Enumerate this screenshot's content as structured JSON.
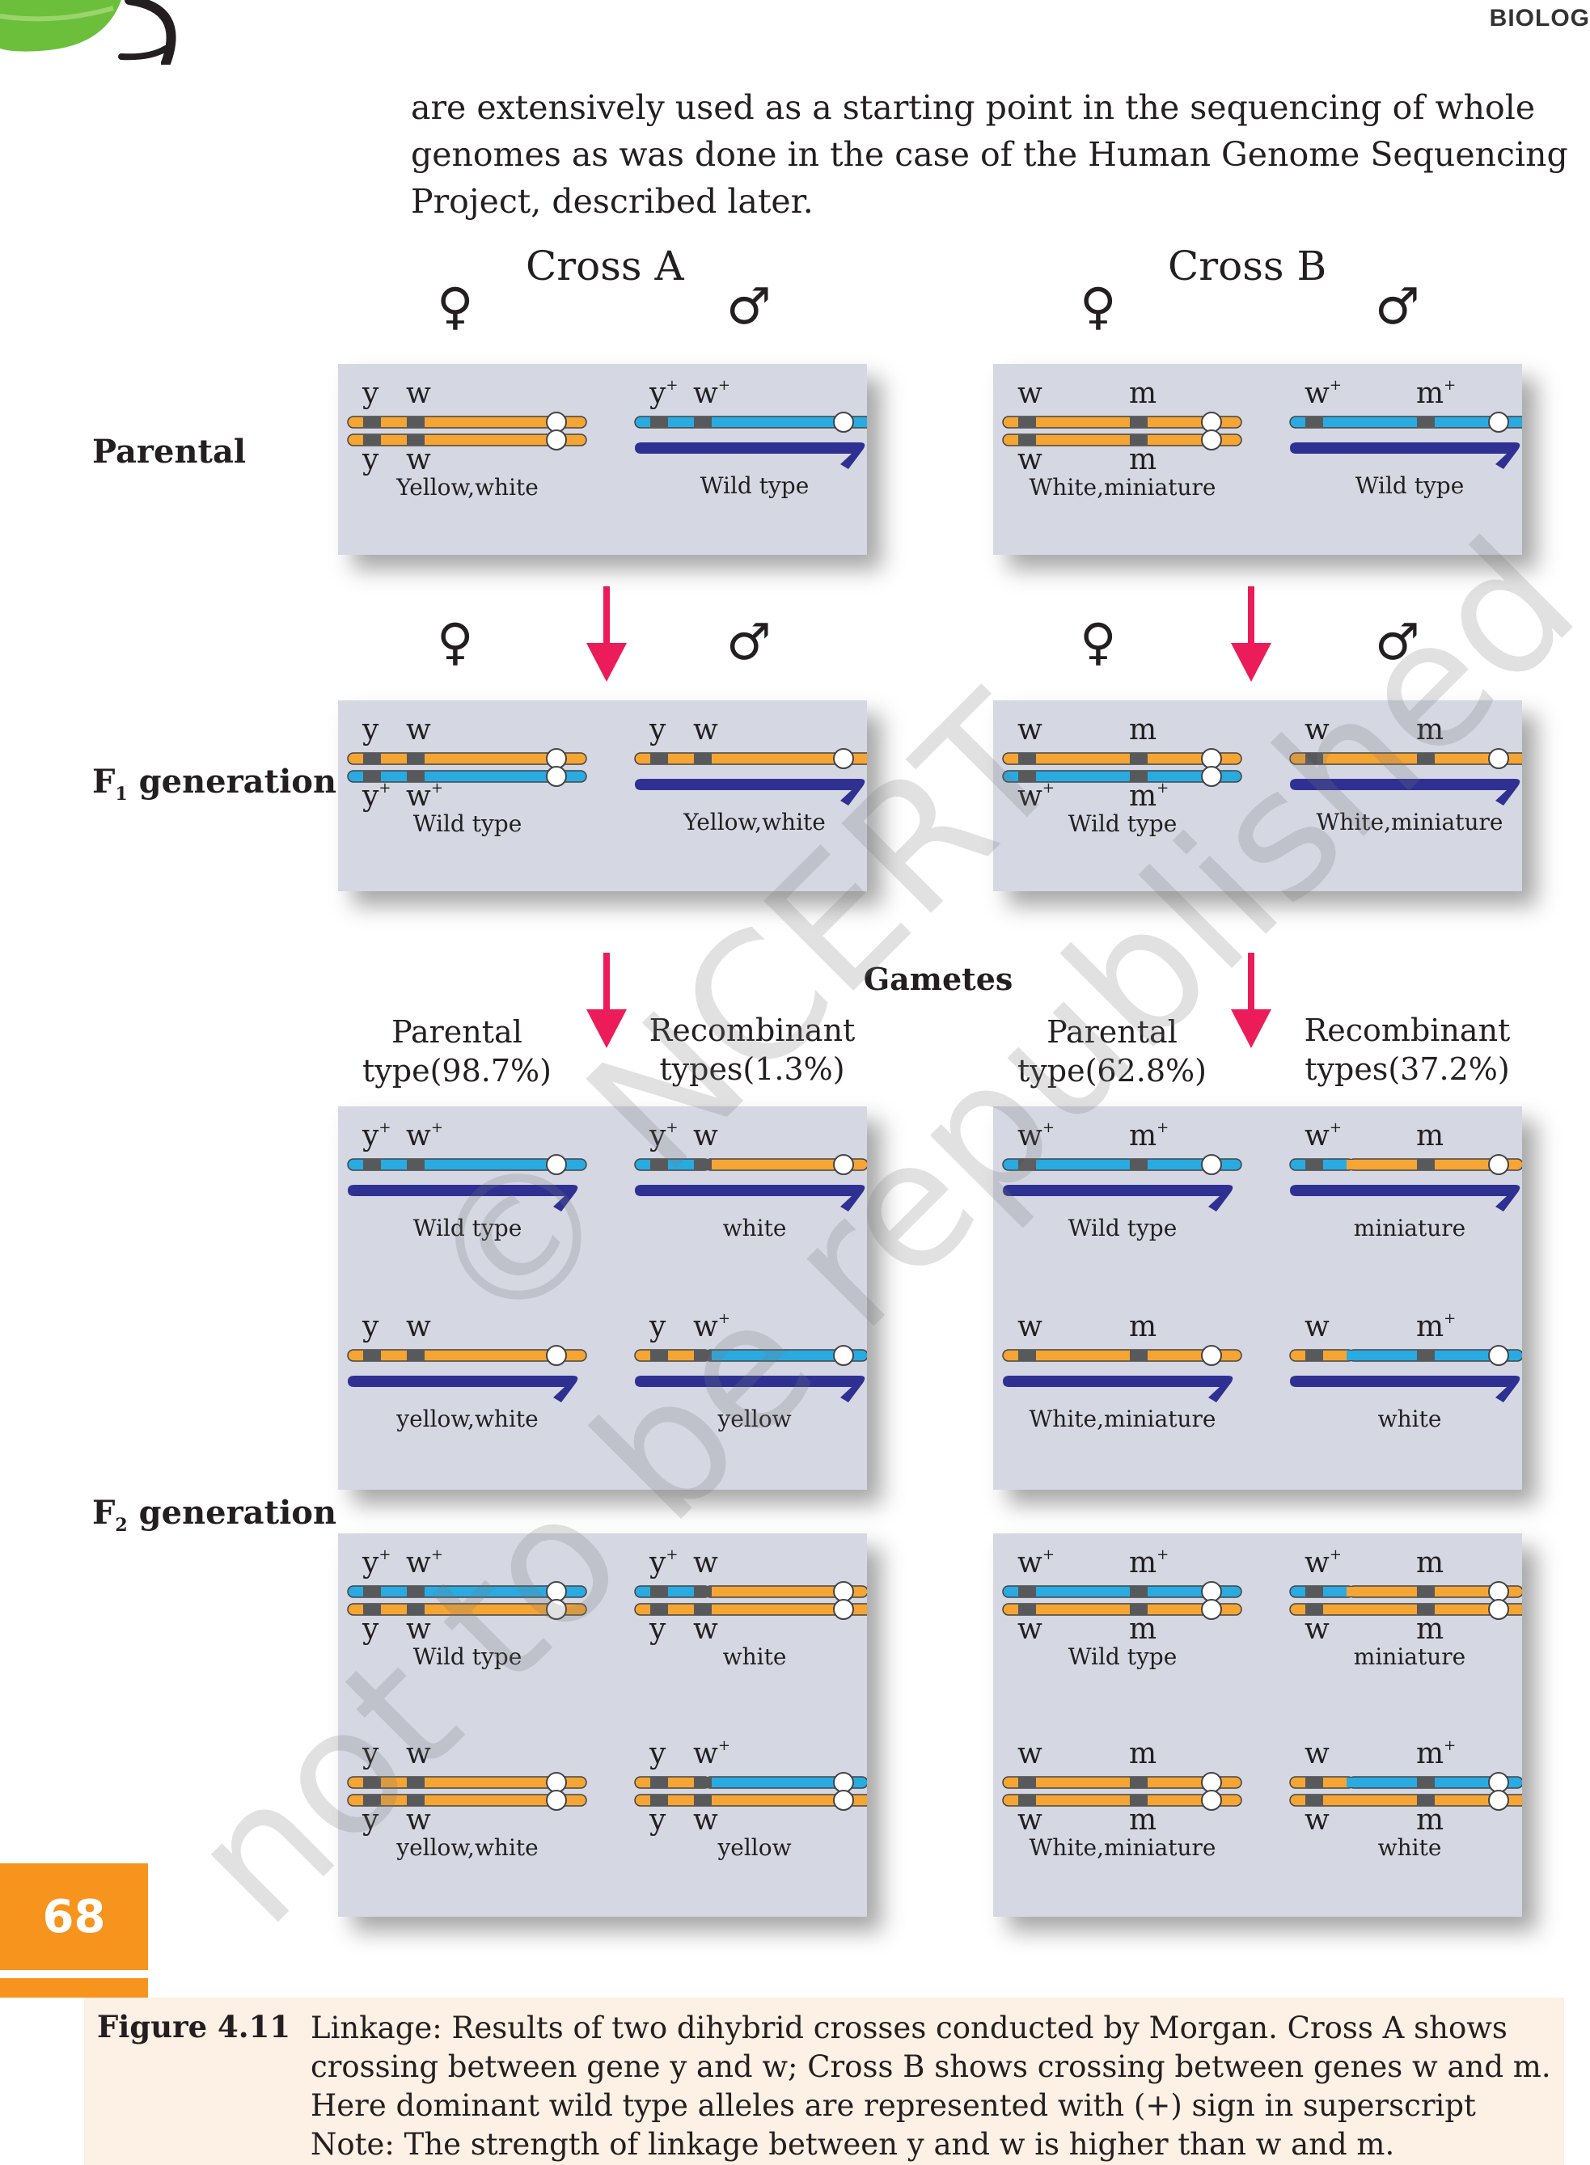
{
  "header": {
    "running_title": "BIOLOG"
  },
  "page_number": "68",
  "intro_lines": [
    "are extensively used as a starting point in the sequencing of whole",
    "genomes as was done in the case of the Human Genome Sequencing",
    "Project, described later."
  ],
  "symbols": {
    "female": "♀",
    "male": "♂"
  },
  "figure": {
    "cross_a_title": "Cross A",
    "cross_b_title": "Cross B",
    "row_labels": {
      "parental": "Parental",
      "f1_prefix": "F",
      "f1_sub": "1",
      "f1_suffix": " generation",
      "f2_prefix": "F",
      "f2_sub": "2",
      "f2_suffix": " generation"
    },
    "gametes_label": "Gametes",
    "cross_a": {
      "parental": {
        "left": "Yellow,white",
        "right": "Wild type"
      },
      "f1": {
        "left": "Wild type",
        "right": "Yellow,white"
      },
      "gamete_headers": {
        "parental": [
          "Parental",
          "type(98.7%)"
        ],
        "recombinant": [
          "Recombinant",
          "types(1.3%)"
        ]
      },
      "gametes": [
        "Wild type",
        "white",
        "yellow,white",
        "yellow"
      ],
      "f2": [
        "Wild type",
        "white",
        "yellow,white",
        "yellow"
      ]
    },
    "cross_b": {
      "parental": {
        "left": "White,miniature",
        "right": "Wild type"
      },
      "f1": {
        "left": "Wild type",
        "right": "White,miniature"
      },
      "gamete_headers": {
        "parental": [
          "Parental",
          "type(62.8%)"
        ],
        "recombinant": [
          "Recombinant",
          "types(37.2%)"
        ]
      },
      "gametes": [
        "Wild type",
        "miniature",
        "White,miniature",
        "white"
      ],
      "f2": [
        "Wild type",
        "miniature",
        "White,miniature",
        "white"
      ]
    },
    "gene_letters": {
      "y": "y",
      "w": "w",
      "m": "m",
      "plus": "+"
    },
    "colors": {
      "mutant": "#f5a534",
      "wild": "#29abe2",
      "male_y": "#2e3192",
      "arrow": "#ec1c5a",
      "panel": "#d5d8e3",
      "locus": "#58595b"
    }
  },
  "caption": {
    "label": "Figure 4.11",
    "lines": [
      "Linkage: Results of two dihybrid crosses conducted by Morgan. Cross A shows",
      "crossing between gene y and w; Cross B shows crossing between genes w and m.",
      "Here dominant wild type alleles are represented with (+) sign in superscript",
      "Note: The strength of linkage between y and w is higher than w and m."
    ]
  },
  "watermark": {
    "line1": "© NCERT",
    "line2": "not to be republished"
  }
}
